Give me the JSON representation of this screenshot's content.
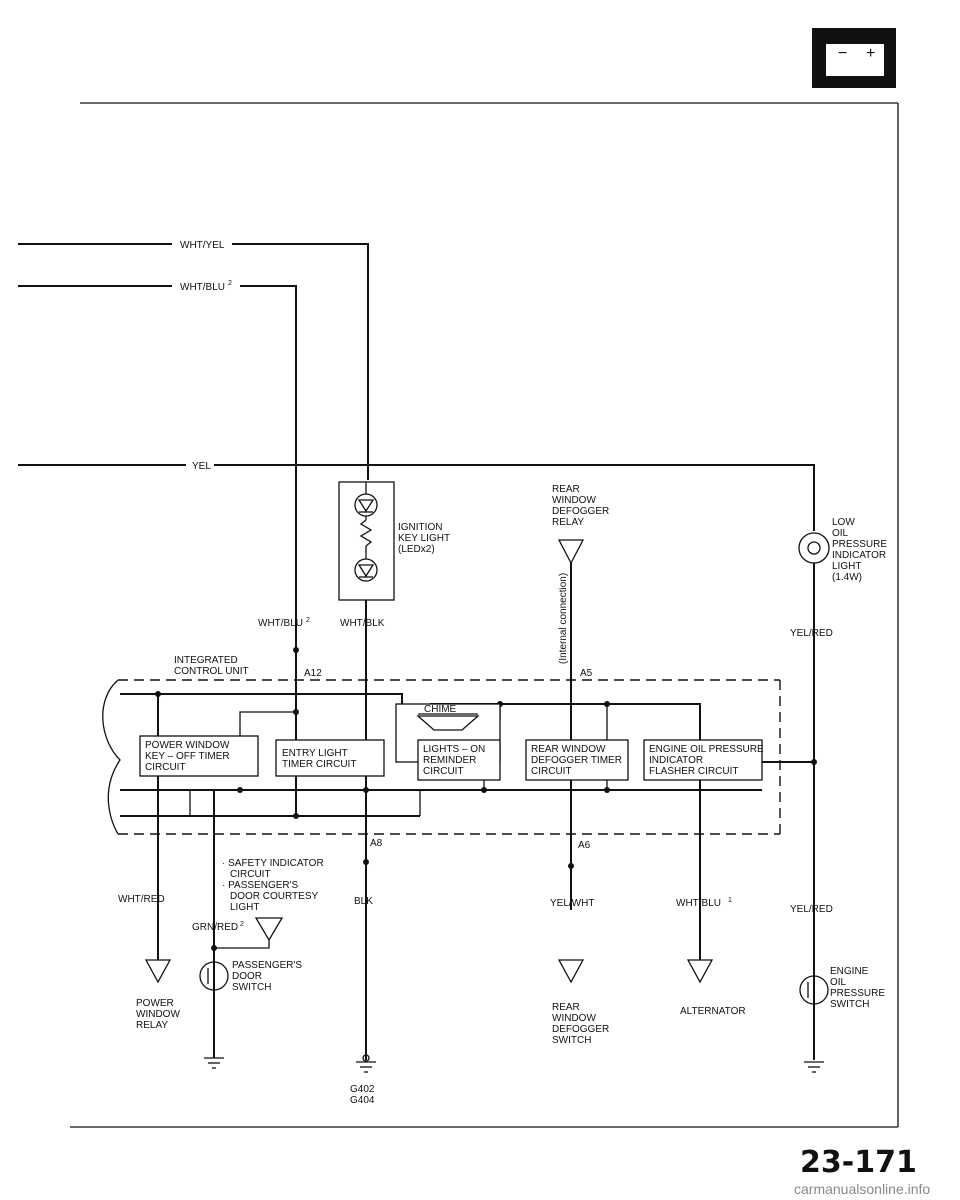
{
  "battery_icon": {
    "minus": "−",
    "plus": "+"
  },
  "wires": {
    "wht_yel": "WHT/YEL",
    "wht_blu_top": "WHT/BLU",
    "yel": "YEL",
    "wht_blu_mid": "WHT/BLU",
    "wht_blk": "WHT/BLK",
    "yel_red_top": "YEL/RED",
    "wht_red": "WHT/RED",
    "grn_red": "GRN/RED",
    "blk": "BLK",
    "yel_wht": "YEL/WHT",
    "wht_blu_bottom": "WHT/BLU",
    "yel_red_bottom": "YEL/RED",
    "note_2": "2",
    "note_1": "1"
  },
  "components": {
    "ignition_key_light": [
      "IGNITION",
      "KEY LIGHT",
      "(LEDx2)"
    ],
    "rear_defogger_relay": [
      "REAR",
      "WINDOW",
      "DEFOGGER",
      "RELAY"
    ],
    "internal_connection": "(Internal connection)",
    "low_oil_light": [
      "LOW",
      "OIL",
      "PRESSURE",
      "INDICATOR",
      "LIGHT",
      "(1.4W)"
    ],
    "icu": [
      "INTEGRATED",
      "CONTROL UNIT"
    ],
    "chime": "CHIME",
    "power_window_timer": [
      "POWER WINDOW",
      "KEY – OFF TIMER",
      "CIRCUIT"
    ],
    "entry_light_timer": [
      "ENTRY LIGHT",
      "TIMER CIRCUIT"
    ],
    "lights_on_reminder": [
      "LIGHTS – ON",
      "REMINDER",
      "CIRCUIT"
    ],
    "defogger_timer": [
      "REAR WINDOW",
      "DEFOGGER TIMER",
      "CIRCUIT"
    ],
    "engine_oil_flasher": [
      "ENGINE OIL PRESSURE",
      "INDICATOR",
      "FLASHER CIRCUIT"
    ],
    "safety_notes": [
      "· SAFETY INDICATOR",
      "CIRCUIT",
      "· PASSENGER'S",
      "DOOR COURTESY",
      "LIGHT"
    ],
    "passenger_door_switch": [
      "PASSENGER'S",
      "DOOR",
      "SWITCH"
    ],
    "power_window_relay": [
      "POWER",
      "WINDOW",
      "RELAY"
    ],
    "rear_defogger_switch": [
      "REAR",
      "WINDOW",
      "DEFOGGER",
      "SWITCH"
    ],
    "alternator": "ALTERNATOR",
    "engine_oil_switch": [
      "ENGINE",
      "OIL",
      "PRESSURE",
      "SWITCH"
    ],
    "ground": [
      "G402",
      "G404"
    ]
  },
  "terminals": {
    "a12": "A12",
    "a5": "A5",
    "a8": "A8",
    "a6": "A6"
  },
  "page_number": "23-171",
  "watermark": "carmanualsonline.info"
}
